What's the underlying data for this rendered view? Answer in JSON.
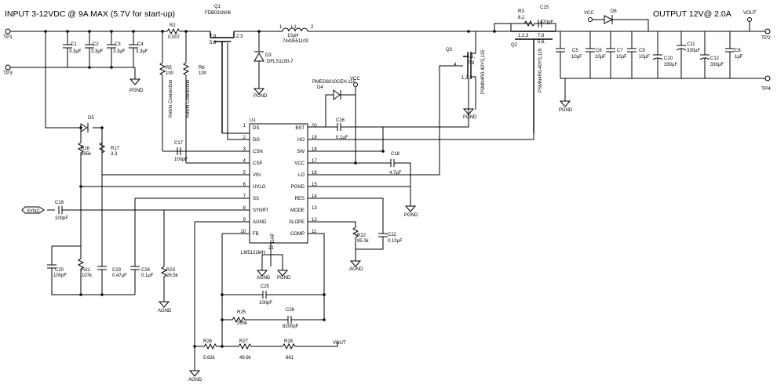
{
  "title_input": "INPUT   3-12VDC @ 9A MAX (5.7V for start-up)",
  "title_output": "OUTPUT  12V@ 2.0A",
  "terminals": {
    "tp1": "TP1",
    "tp2": "TP2",
    "tp3": "TP3",
    "tp4": "TP4",
    "vout_top": "VOUT",
    "vout_fb": "VOUT",
    "vcc_top": "VCC",
    "vcc_mid": "VCC",
    "sync": "SYNC"
  },
  "grounds": {
    "pgnd": "PGND",
    "agnd": "AGND"
  },
  "input_caps": [
    {
      "ref": "C1",
      "value": "3.3µF"
    },
    {
      "ref": "C2",
      "value": "3.3µF"
    },
    {
      "ref": "C3",
      "value": "3.3µF"
    },
    {
      "ref": "C4",
      "value": "3.3µF"
    }
  ],
  "r2": {
    "ref": "R2",
    "value": "0.007"
  },
  "r5": {
    "ref": "R5",
    "value": "100"
  },
  "r6": {
    "ref": "R6",
    "value": "100"
  },
  "kelvin": "Kelvin Connection",
  "q1": {
    "ref": "Q1",
    "part": "FDB031N08",
    "pins_a": "7,8",
    "pins_b": "5,6",
    "pins_c": "1,2,3",
    "pin4": "4"
  },
  "l1": {
    "ref": "L1",
    "value": "10µH",
    "part": "7443551100",
    "p1": "1",
    "p2": "2"
  },
  "d3": {
    "ref": "D3",
    "part": "DFLS1100-7"
  },
  "q3": {
    "ref": "Q3",
    "part": "PSMN4R0-40YS,115",
    "pins_a": "5,6,",
    "pins_b": "7,8",
    "pins_c": "1,2,3",
    "pin4": "4"
  },
  "q2": {
    "ref": "Q2",
    "part": "PSMN4R0-40YS,115",
    "pins_a": "1,2,3",
    "pins_b": "7,8",
    "pins_c": "5,6,",
    "pin4": "4"
  },
  "r3": {
    "ref": "R3",
    "value": "8.2"
  },
  "c15": {
    "ref": "C15",
    "value": "470pF"
  },
  "d6": {
    "ref": "D6"
  },
  "output_caps": [
    {
      "ref": "C5",
      "value": "10µF"
    },
    {
      "ref": "C6",
      "value": "10µF"
    },
    {
      "ref": "C7",
      "value": "10µF"
    },
    {
      "ref": "C9",
      "value": "10µF"
    },
    {
      "ref": "C10",
      "value": "330µF"
    },
    {
      "ref": "C11",
      "value": "330µF"
    },
    {
      "ref": "C12",
      "value": "330µF"
    },
    {
      "ref": "C8",
      "value": "1µF"
    }
  ],
  "d4": {
    "ref": "D4",
    "part": "PMEG6010CEH,115"
  },
  "d5": {
    "ref": "D5"
  },
  "r16": {
    "ref": "R16",
    "value": "365k"
  },
  "r17": {
    "ref": "R17",
    "value": "3.3"
  },
  "c16": {
    "ref": "C16",
    "value": "0.1µF"
  },
  "c17": {
    "ref": "C17",
    "value": "100pF"
  },
  "c18": {
    "ref": "C18",
    "value": "4.7µF"
  },
  "c19": {
    "ref": "C19",
    "value": "100pF"
  },
  "u1": {
    "ref": "U1",
    "part": "LM5121MH",
    "dap": "DAP",
    "dap_pin": "21",
    "left_pins": [
      {
        "num": "1",
        "name": "DS"
      },
      {
        "num": "2",
        "name": "DG"
      },
      {
        "num": "3",
        "name": "CSN"
      },
      {
        "num": "4",
        "name": "CSP"
      },
      {
        "num": "5",
        "name": "VIN"
      },
      {
        "num": "6",
        "name": "UVLO"
      },
      {
        "num": "7",
        "name": "SS"
      },
      {
        "num": "8",
        "name": "SYNRT"
      },
      {
        "num": "9",
        "name": "AGND"
      },
      {
        "num": "10",
        "name": "FB"
      }
    ],
    "right_pins": [
      {
        "num": "20",
        "name": "BST"
      },
      {
        "num": "19",
        "name": "HO"
      },
      {
        "num": "18",
        "name": "SW"
      },
      {
        "num": "17",
        "name": "VCC"
      },
      {
        "num": "16",
        "name": "LO"
      },
      {
        "num": "15",
        "name": "PGND"
      },
      {
        "num": "14",
        "name": "RES"
      },
      {
        "num": "13",
        "name": "MODE"
      },
      {
        "num": "12",
        "name": "SLOPE"
      },
      {
        "num": "11",
        "name": "COMP"
      }
    ]
  },
  "r22": {
    "ref": "R22",
    "value": "95.3k"
  },
  "c22": {
    "ref": "C22",
    "value": "0.10µF"
  },
  "c20": {
    "ref": "C20",
    "value": "100pF"
  },
  "r21": {
    "ref": "R21",
    "value": "107k"
  },
  "c23": {
    "ref": "C23",
    "value": "0.47µF"
  },
  "c24": {
    "ref": "C24",
    "value": "0.1µF"
  },
  "r23": {
    "ref": "R23",
    "value": "26.5k"
  },
  "c25": {
    "ref": "C25",
    "value": "100pF"
  },
  "r25": {
    "ref": "R25",
    "value": "200k"
  },
  "c26": {
    "ref": "C26",
    "value": "8200pF"
  },
  "r26": {
    "ref": "R26",
    "value": "5.62k"
  },
  "r27": {
    "ref": "R27",
    "value": "49.9k"
  },
  "r28": {
    "ref": "R28",
    "value": "681"
  }
}
